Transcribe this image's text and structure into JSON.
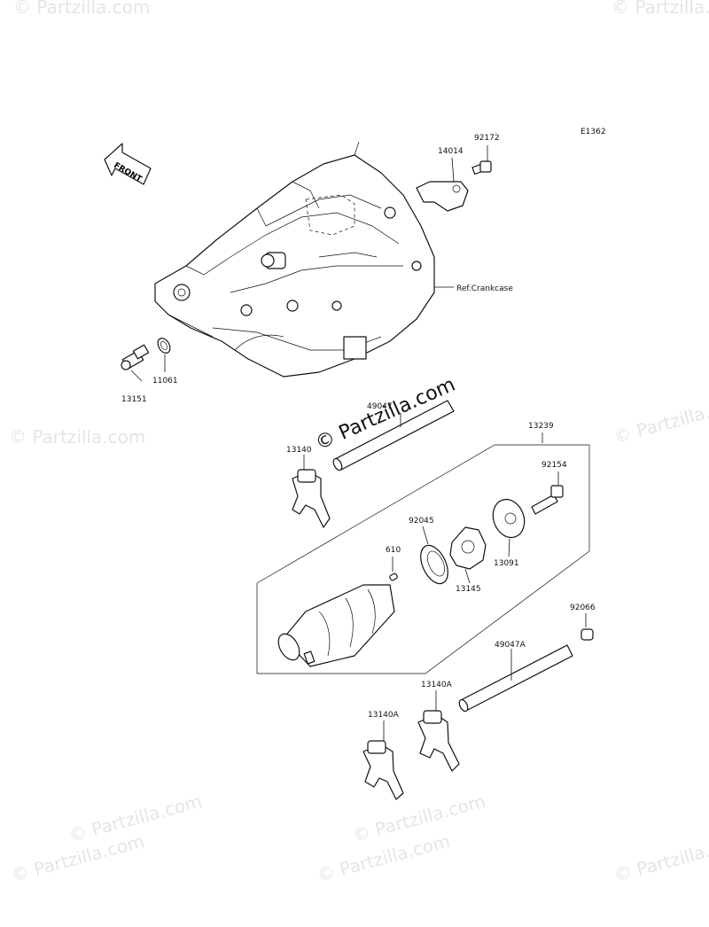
{
  "diagram_code": "E1362",
  "front_arrow_text": "FRONT",
  "watermark_main": "© Partzilla.com",
  "watermark_faint": "© Partzilla.com",
  "reference_label": "Ref.Crankcase",
  "part_labels": {
    "p92172": "92172",
    "p14014": "14014",
    "p13151": "13151",
    "p11061": "11061",
    "p49047": "49047",
    "p13239": "13239",
    "p13140": "13140",
    "p92154": "92154",
    "p92045": "92045",
    "p610": "610",
    "p13091": "13091",
    "p13145": "13145",
    "p92066": "92066",
    "p49047A": "49047A",
    "p13140A_1": "13140A",
    "p13140A_2": "13140A"
  },
  "colors": {
    "line": "#111111",
    "background": "#ffffff",
    "watermark": "#000000"
  }
}
